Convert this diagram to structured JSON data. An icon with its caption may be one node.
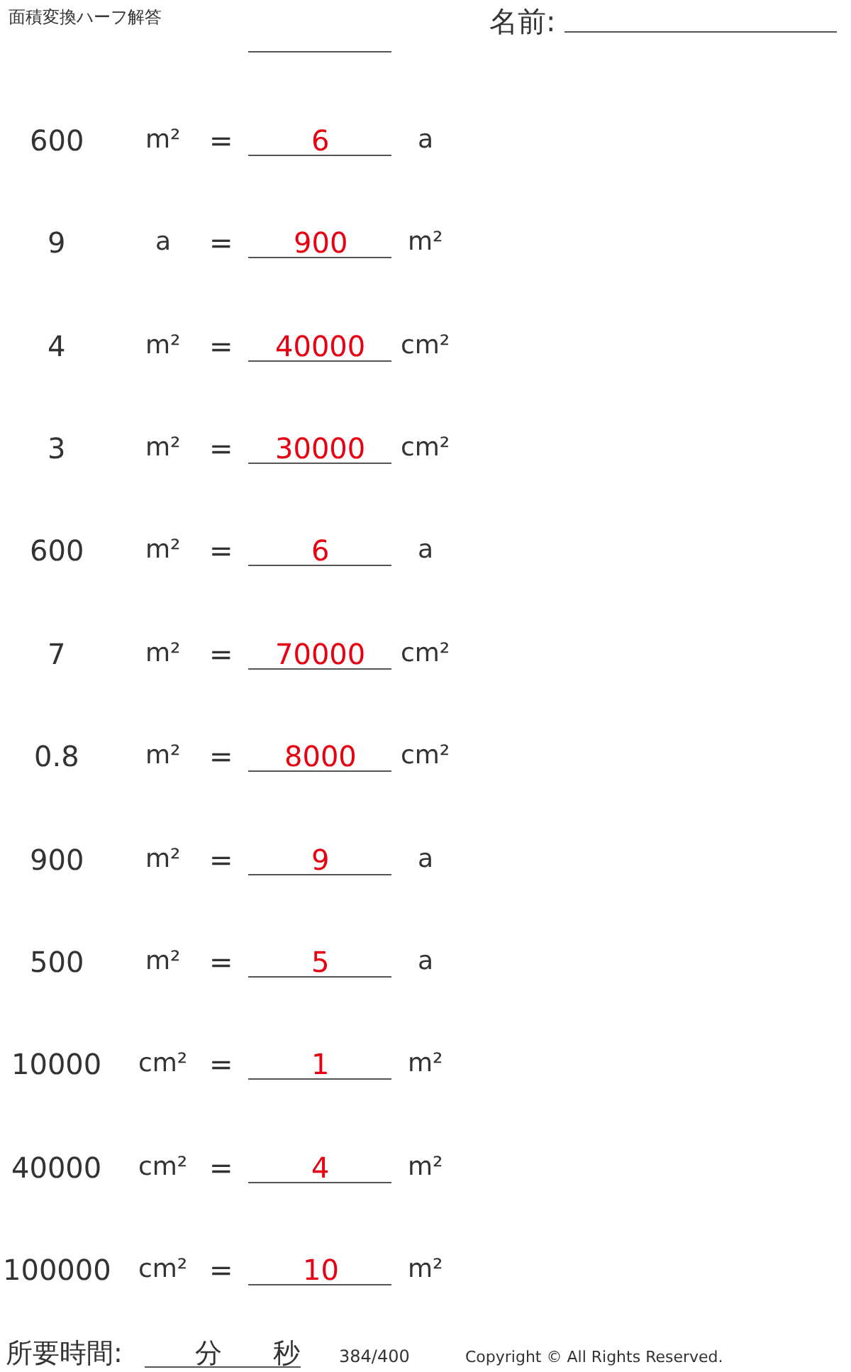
{
  "diagram": {
    "labels": [
      "面積変換ハーフ解答",
      "名前:",
      "600",
      "m²",
      "=",
      "6",
      "a",
      "9",
      "a",
      "=",
      "900",
      "m²",
      "4",
      "m²",
      "=",
      "40000",
      "cm²",
      "3",
      "m²",
      "=",
      "30000",
      "cm²",
      "600",
      "m²",
      "=",
      "6",
      "a",
      "7",
      "m²",
      "=",
      "70000",
      "cm²",
      "0.8",
      "m²",
      "=",
      "8000",
      "cm²",
      "900",
      "m²",
      "=",
      "9",
      "a",
      "500",
      "m²",
      "=",
      "5",
      "a",
      "10000",
      "cm²",
      "=",
      "1",
      "m²",
      "40000",
      "cm²",
      "=",
      "4",
      "m²",
      "100000",
      "cm²",
      "=",
      "10",
      "m²",
      "所要時間:",
      "分",
      "秒",
      "384/400",
      "Copyright © All Rights Reserved."
    ]
  }
}
